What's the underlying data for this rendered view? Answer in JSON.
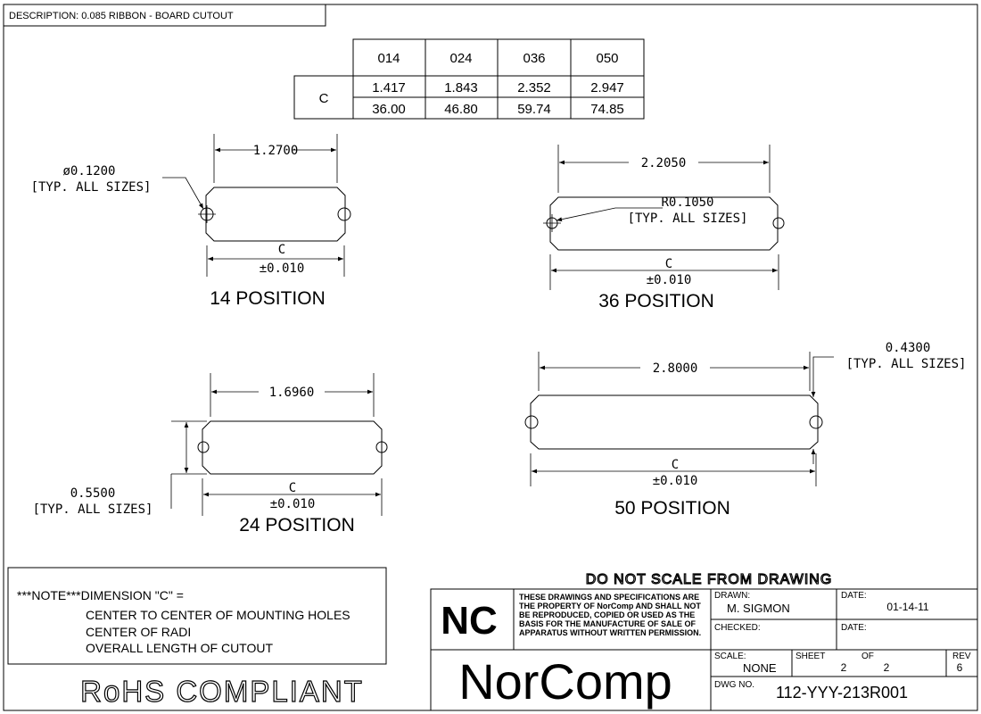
{
  "description": "DESCRIPTION: 0.085 RIBBON - BOARD CUTOUT",
  "table": {
    "row_label": "C",
    "columns": [
      "014",
      "024",
      "036",
      "050"
    ],
    "inch_values": [
      "1.417",
      "1.843",
      "2.352",
      "2.947"
    ],
    "mm_values": [
      "36.00",
      "46.80",
      "59.74",
      "74.85"
    ]
  },
  "views": {
    "p14": {
      "title": "14 POSITION",
      "width_dim": "1.2700",
      "hole_dim": "ø0.1200",
      "hole_note": "[TYP. ALL SIZES]",
      "c_label": "C",
      "c_tol": "±0.010"
    },
    "p36": {
      "title": "36 POSITION",
      "width_dim": "2.2050",
      "radius_dim": "R0.1050",
      "radius_note": "[TYP. ALL SIZES]",
      "c_label": "C",
      "c_tol": "±0.010"
    },
    "p24": {
      "title": "24 POSITION",
      "width_dim": "1.6960",
      "height_dim": "0.5500",
      "height_note": "[TYP. ALL SIZES]",
      "c_label": "C",
      "c_tol": "±0.010"
    },
    "p50": {
      "title": "50 POSITION",
      "width_dim": "2.8000",
      "chamfer_dim": "0.4300",
      "chamfer_note": "[TYP. ALL SIZES]",
      "c_label": "C",
      "c_tol": "±0.010"
    }
  },
  "note": {
    "heading": "***NOTE***DIMENSION \"C\" =",
    "lines": [
      "CENTER TO CENTER OF MOUNTING HOLES",
      "CENTER OF RADI",
      "OVERALL LENGTH OF CUTOUT"
    ]
  },
  "rohs": "RoHS COMPLIANT",
  "do_not_scale": "DO NOT SCALE FROM DRAWING",
  "title_block": {
    "logo_letters": "NC",
    "proprietary": [
      "THESE DRAWINGS AND SPECIFICATIONS ARE",
      "THE PROPERTY OF NorComp AND SHALL NOT",
      "BE REPRODUCED, COPIED OR USED AS THE",
      "BASIS FOR THE MANUFACTURE OF SALE OF",
      "APPARATUS WITHOUT WRITTEN PERMISSION."
    ],
    "company": "NorComp",
    "drawn_label": "DRAWN:",
    "drawn_value": "M. SIGMON",
    "date_label": "DATE:",
    "date_value": "01-14-11",
    "checked_label": "CHECKED:",
    "date2_label": "DATE:",
    "scale_label": "SCALE:",
    "scale_value": "NONE",
    "sheet_label": "SHEET",
    "sheet_value": "2",
    "of_label": "OF",
    "of_value": "2",
    "rev_label": "REV",
    "rev_value": "6",
    "dwg_label": "DWG NO.",
    "dwg_value": "112-YYY-213R001"
  }
}
